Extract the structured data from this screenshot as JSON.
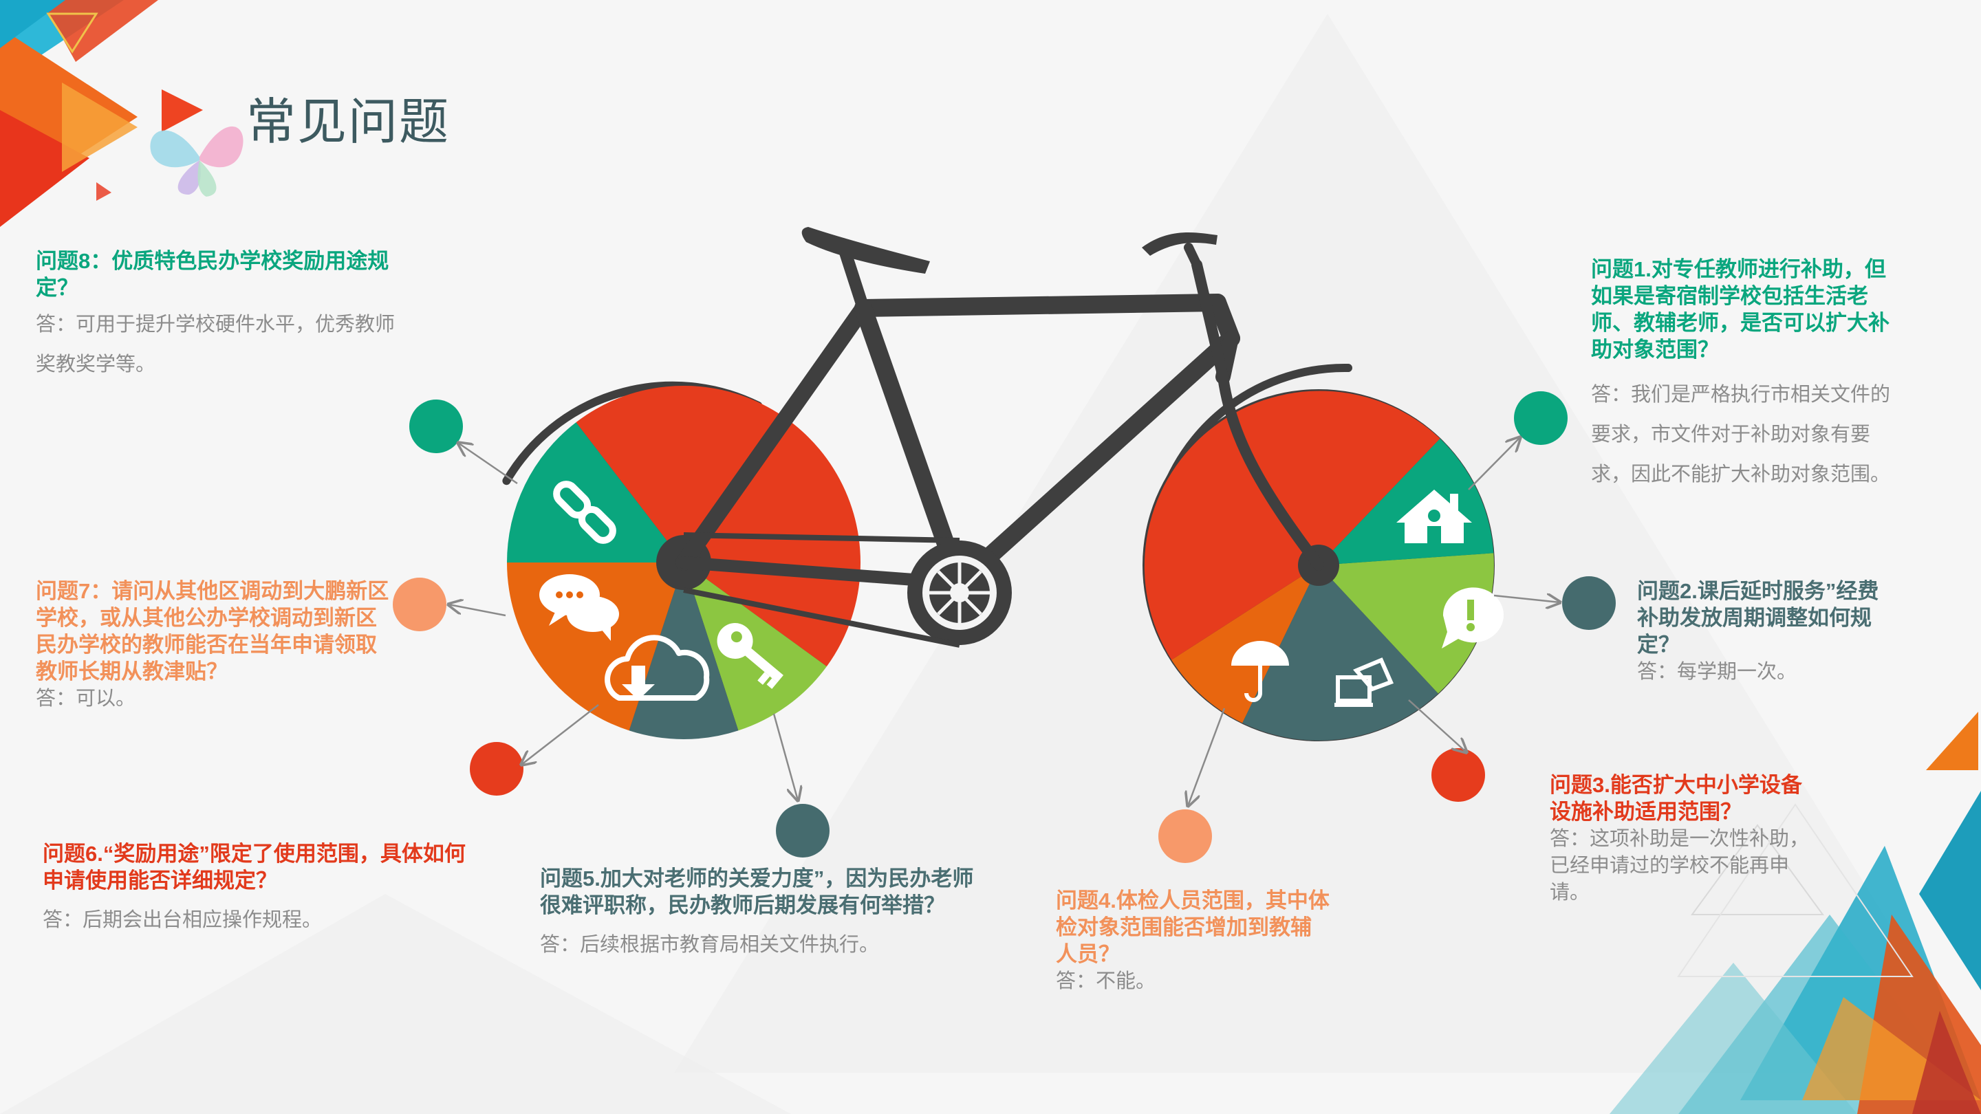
{
  "title": "常见问题",
  "colors": {
    "green": "#0aa67e",
    "slate": "#456b6e",
    "orange_light": "#f7996a",
    "red": "#e63c1d",
    "orange": "#e8660f",
    "lime": "#8cc641",
    "frame": "#3f3f3f"
  },
  "icons": {
    "front_wheel": [
      "link-icon",
      "chat-bubbles-icon",
      "cloud-download-icon",
      "key-icon"
    ],
    "rear_wheel": [
      "home-icon",
      "exclamation-icon",
      "monitor-icon",
      "umbrella-icon"
    ]
  },
  "faq": [
    {
      "q": "问题1.对专任教师进行补助，但如果是寄宿制学校包括生活老师、教辅老师，是否可以扩大补助对象范围？",
      "a": "答：我们是严格执行市相关文件的要求，市文件对于补助对象有要求，因此不能扩大补助对象范围。"
    },
    {
      "q": "问题2.课后延时服务”经费补助发放周期调整如何规定？",
      "a": "答：每学期一次。"
    },
    {
      "q": "问题3.能否扩大中小学设备设施补助适用范围？",
      "a": "答：这项补助是一次性补助，已经申请过的学校不能再申请。"
    },
    {
      "q": "问题4.体检人员范围，其中体检对象范围能否增加到教辅人员？",
      "a": "答：不能。"
    },
    {
      "q": "问题5.加大对老师的关爱力度”，因为民办老师很难评职称，民办教师后期发展有何举措？",
      "a": "答：后续根据市教育局相关文件执行。"
    },
    {
      "q": "问题6.“奖励用途”限定了使用范围，具体如何申请使用能否详细规定？",
      "a": "答：后期会出台相应操作规程。"
    },
    {
      "q": "问题7：请问从其他区调动到大鹏新区学校，或从其他公办学校调动到新区民办学校的教师能否在当年申请领取教师长期从教津贴？",
      "a": "答：可以。"
    },
    {
      "q": "问题8：优质特色民办学校奖励用途规定？",
      "a": "答：可用于提升学校硬件水平，优秀教师奖教奖学等。"
    }
  ]
}
